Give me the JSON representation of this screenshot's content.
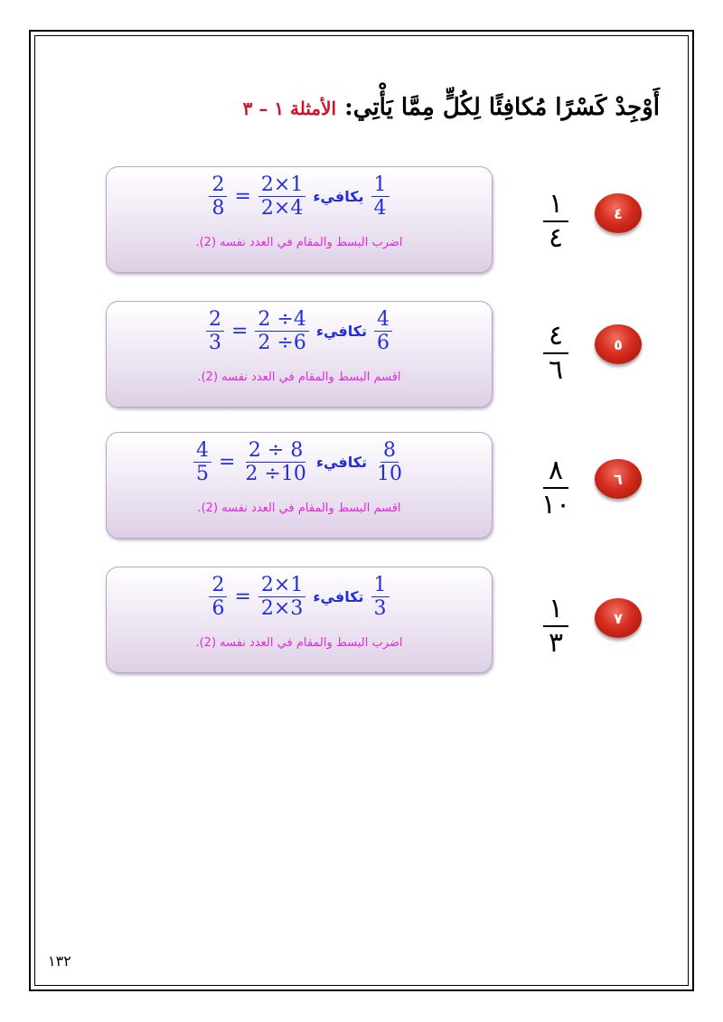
{
  "title": {
    "main": "أَوْجِدْ كَسْرًا مُكافِئًا لِكُلٍّ مِمَّا يَأْتِي: ",
    "ref": "الأمثلة ١ – ٣"
  },
  "exercises": [
    {
      "badge": "٤",
      "question": {
        "num": "١",
        "den": "٤"
      },
      "given": {
        "num": "1",
        "den": "4"
      },
      "word": "يكافيء",
      "step": {
        "num": "2×1",
        "den": "2×4"
      },
      "result": {
        "num": "2",
        "den": "8"
      },
      "hint": "اضرب البسط والمقام في العدد نفسه (2)."
    },
    {
      "badge": "٥",
      "question": {
        "num": "٤",
        "den": "٦"
      },
      "given": {
        "num": "4",
        "den": "6"
      },
      "word": "تكافيء",
      "step": {
        "num": "2 ÷4",
        "den": "2 ÷6"
      },
      "result": {
        "num": "2",
        "den": "3"
      },
      "hint": "اقسم البسط والمقام في العدد نفسه (2)."
    },
    {
      "badge": "٦",
      "question": {
        "num": "٨",
        "den": "١٠"
      },
      "given": {
        "num": "8",
        "den": "10"
      },
      "word": "تكافيء",
      "step": {
        "num": "2 ÷ 8",
        "den": "2 ÷10"
      },
      "result": {
        "num": "4",
        "den": "5"
      },
      "hint": "اقسم البسط والمقام في العدد نفسه (2)."
    },
    {
      "badge": "٧",
      "question": {
        "num": "١",
        "den": "٣"
      },
      "given": {
        "num": "1",
        "den": "3"
      },
      "word": "تكافيء",
      "step": {
        "num": "2×1",
        "den": "2×3"
      },
      "result": {
        "num": "2",
        "den": "6"
      },
      "hint": "اضرب البسط والمقام في العدد نفسه (2)."
    }
  ],
  "equals": "=",
  "page_number": "١٣٢"
}
